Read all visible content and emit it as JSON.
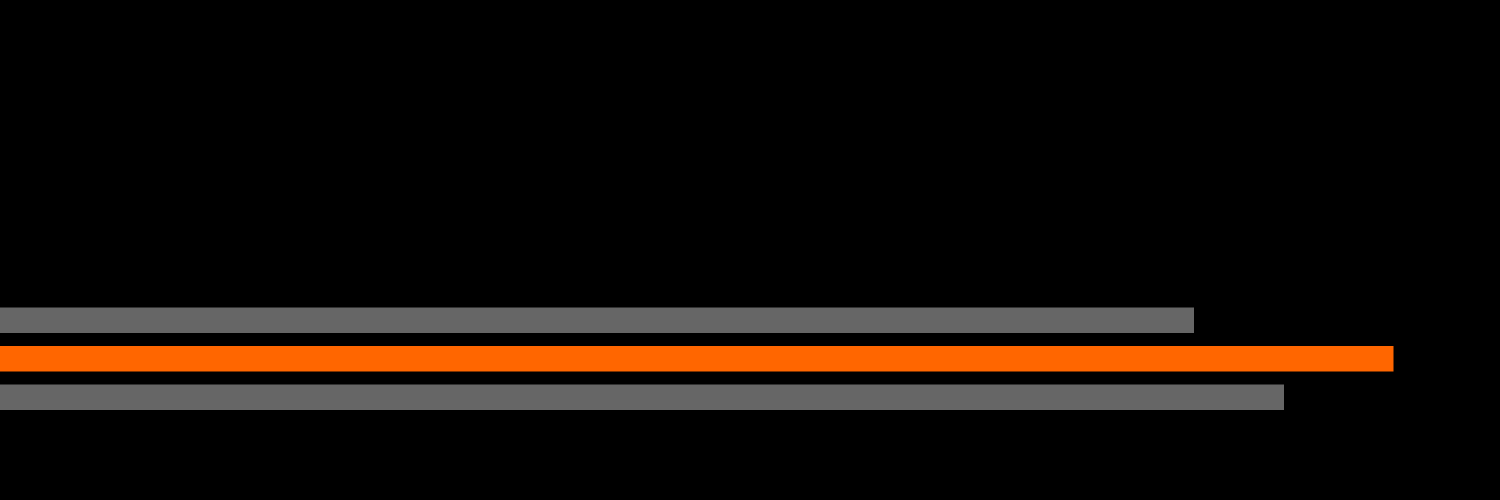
{
  "chart_data": {
    "type": "bar",
    "orientation": "horizontal",
    "axes_visible": false,
    "grid": false,
    "background": "#000000",
    "xlim": [
      0,
      100
    ],
    "series": [
      {
        "values": [
          79.6,
          92.9,
          85.6
        ],
        "colors": [
          "#666666",
          "#ff6600",
          "#666666"
        ]
      }
    ]
  }
}
